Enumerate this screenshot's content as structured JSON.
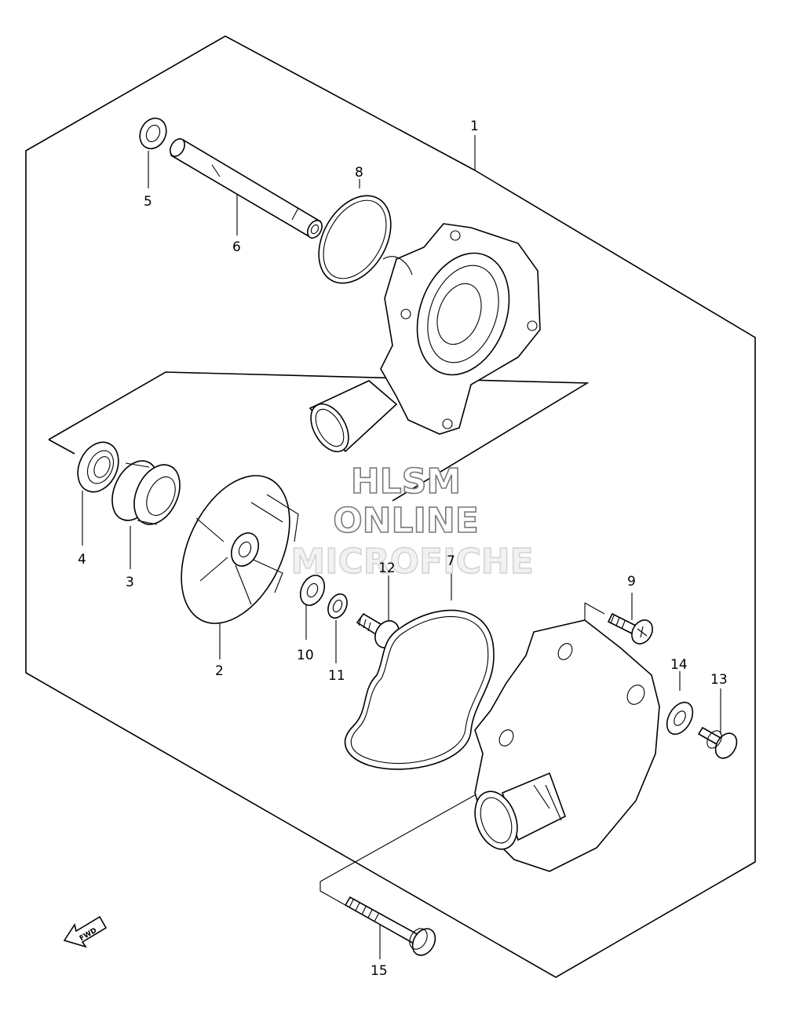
{
  "callouts": [
    {
      "id": "callout-1",
      "text": "1"
    },
    {
      "id": "callout-2",
      "text": "2"
    },
    {
      "id": "callout-3",
      "text": "3"
    },
    {
      "id": "callout-4",
      "text": "4"
    },
    {
      "id": "callout-5",
      "text": "5"
    },
    {
      "id": "callout-6",
      "text": "6"
    },
    {
      "id": "callout-7",
      "text": "7"
    },
    {
      "id": "callout-8",
      "text": "8"
    },
    {
      "id": "callout-9",
      "text": "9"
    },
    {
      "id": "callout-10",
      "text": "10"
    },
    {
      "id": "callout-11",
      "text": "11"
    },
    {
      "id": "callout-12",
      "text": "12"
    },
    {
      "id": "callout-13",
      "text": "13"
    },
    {
      "id": "callout-14",
      "text": "14"
    },
    {
      "id": "callout-15",
      "text": "15"
    }
  ],
  "watermark": {
    "line1": "HLSM",
    "line2": "ONLINE",
    "line3": "MICROFICHE"
  },
  "fwd_arrow": {
    "text": "FWD"
  }
}
